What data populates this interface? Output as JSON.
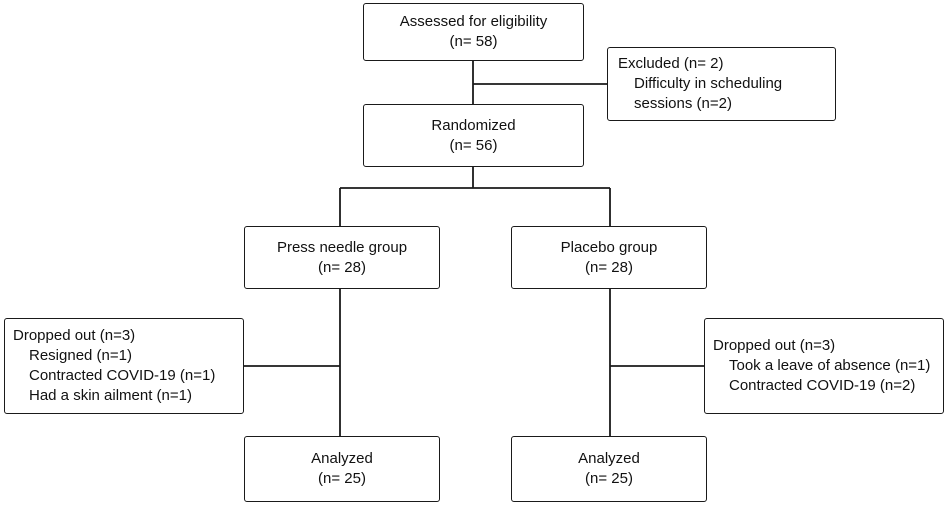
{
  "assessed": {
    "title": "Assessed for eligibility",
    "count": "(n= 58)"
  },
  "excluded": {
    "title": "Excluded (n= 2)",
    "reasons": [
      "Difficulty in scheduling",
      "sessions (n=2)"
    ]
  },
  "randomized": {
    "title": "Randomized",
    "count": "(n= 56)"
  },
  "press_needle": {
    "title": "Press needle group",
    "count": "(n= 28)",
    "dropped": {
      "title": "Dropped out (n=3)",
      "reasons": [
        "Resigned (n=1)",
        "Contracted COVID-19 (n=1)",
        "Had a skin ailment (n=1)"
      ]
    },
    "analyzed": {
      "title": "Analyzed",
      "count": "(n= 25)"
    }
  },
  "placebo": {
    "title": "Placebo group",
    "count": "(n= 28)",
    "dropped": {
      "title": "Dropped out (n=3)",
      "reasons": [
        "Took a leave of absence (n=1)",
        "Contracted COVID-19 (n=2)"
      ]
    },
    "analyzed": {
      "title": "Analyzed",
      "count": "(n= 25)"
    }
  }
}
